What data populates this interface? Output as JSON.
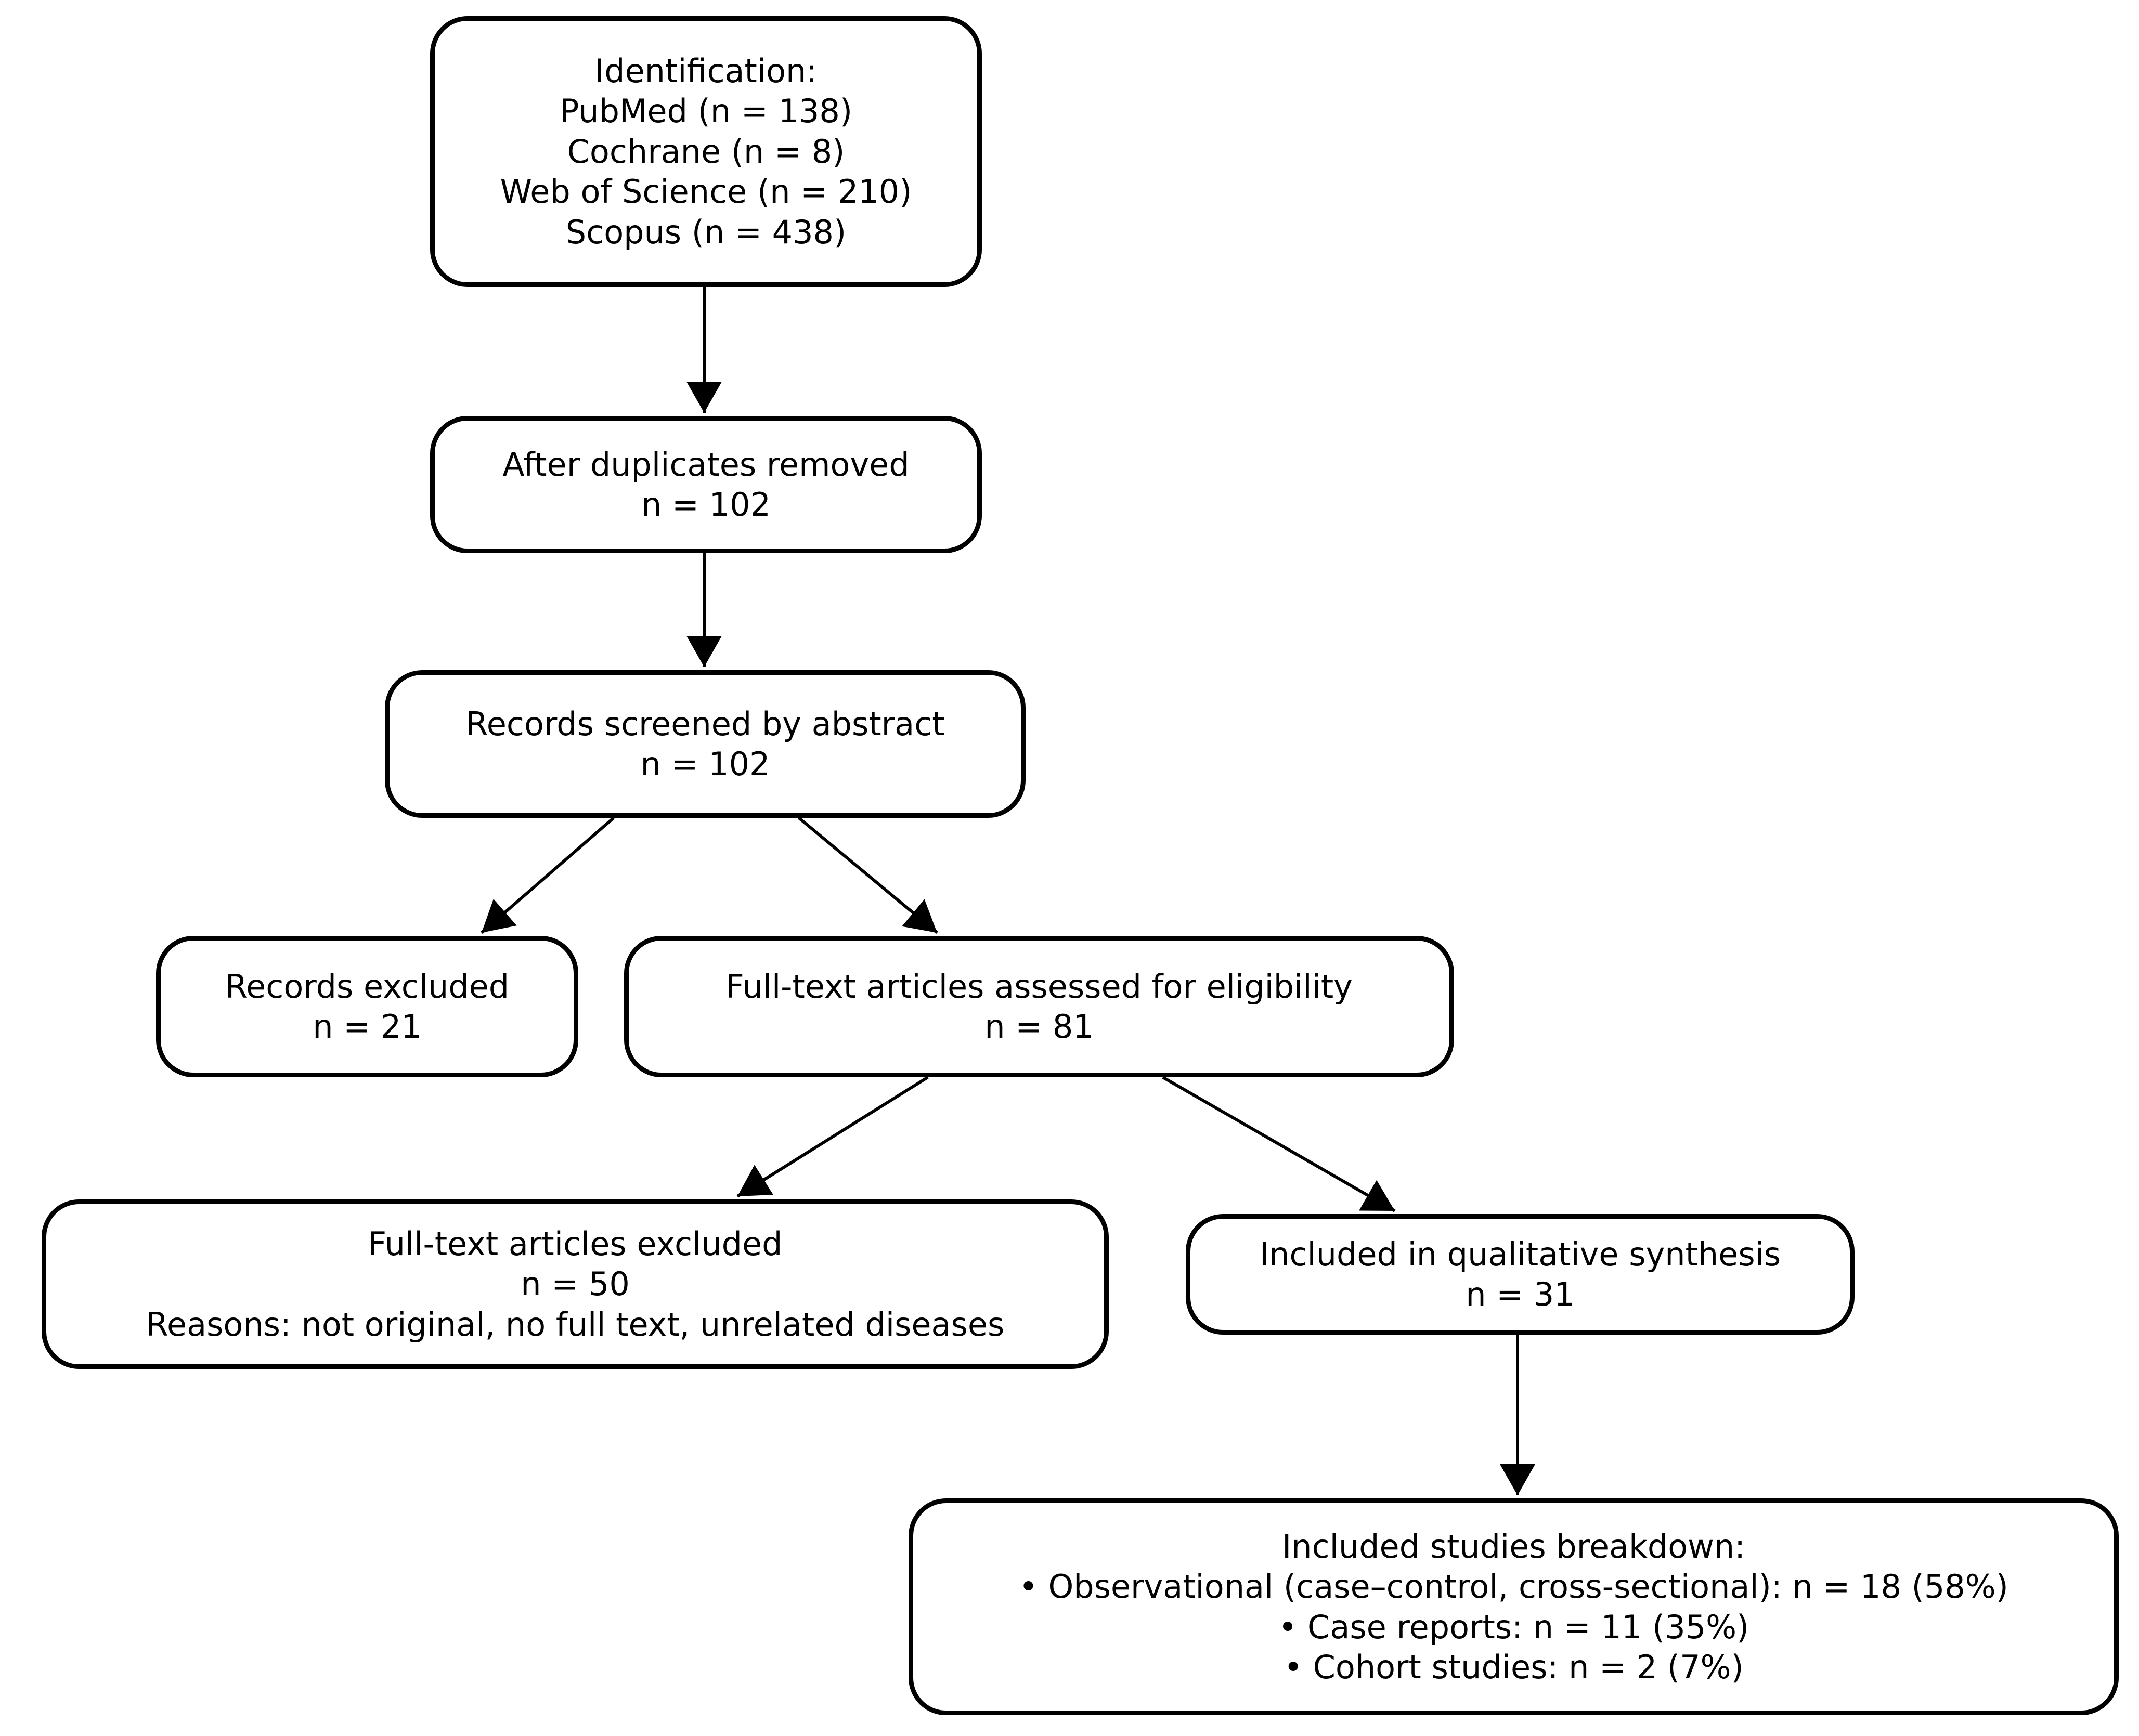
{
  "diagram": {
    "boxes": {
      "identification": {
        "lines": [
          "Identification:",
          "PubMed (n = 138)",
          "Cochrane (n = 8)",
          "Web of Science (n = 210)",
          "Scopus (n = 438)"
        ]
      },
      "duplicates_removed": {
        "lines": [
          "After duplicates removed",
          "n = 102"
        ]
      },
      "records_screened": {
        "lines": [
          "Records screened by abstract",
          "n = 102"
        ]
      },
      "records_excluded": {
        "lines": [
          "Records excluded",
          "n = 21"
        ]
      },
      "fulltext_assessed": {
        "lines": [
          "Full-text articles assessed for eligibility",
          "n = 81"
        ]
      },
      "fulltext_excluded": {
        "lines": [
          "Full-text articles excluded",
          "n = 50",
          "Reasons: not original, no full text, unrelated diseases"
        ]
      },
      "qualitative_synthesis": {
        "lines": [
          "Included in qualitative synthesis",
          "n = 31"
        ]
      },
      "breakdown": {
        "lines": [
          "Included studies breakdown:",
          "• Observational (case–control, cross-sectional): n = 18 (58%)",
          "• Case reports: n = 11 (35%)",
          "• Cohort studies: n = 2 (7%)"
        ]
      }
    },
    "colors": {
      "border": "#000000",
      "text": "#000000",
      "background": "#ffffff"
    }
  }
}
